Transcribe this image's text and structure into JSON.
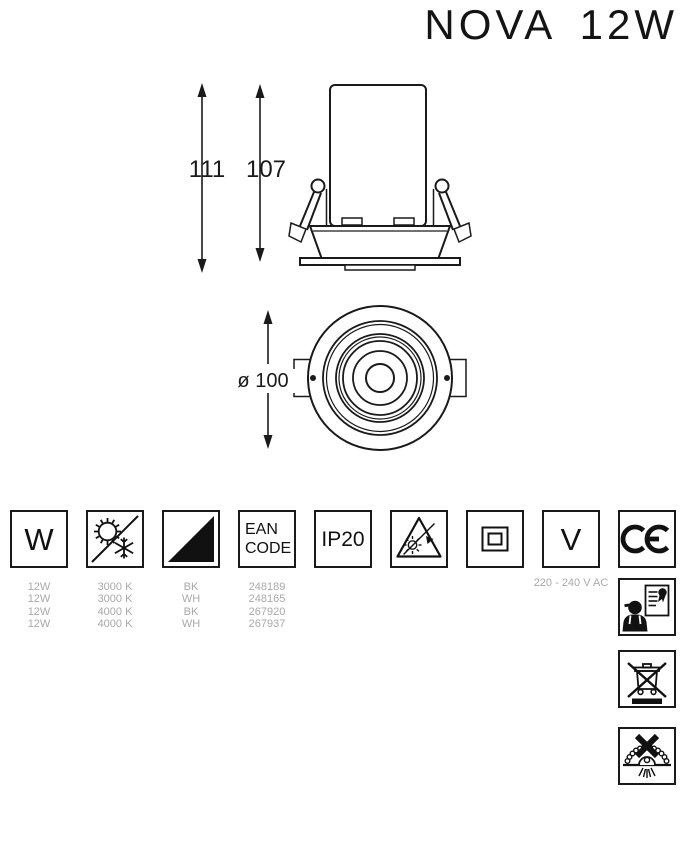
{
  "title": "NOVA 12W",
  "side_view": {
    "dim_overall": "111",
    "dim_recess": "107"
  },
  "bottom_view": {
    "diameter": "ø 100"
  },
  "spec_icons": {
    "wattage_label": "W",
    "ean_label": "EAN\nCODE",
    "ip_label": "IP20",
    "voltage_label": "V"
  },
  "spec_table": {
    "rows": [
      {
        "watt": "12W",
        "kelvin": "3000 K",
        "finish": "BK",
        "ean": "248189"
      },
      {
        "watt": "12W",
        "kelvin": "3000 K",
        "finish": "WH",
        "ean": "248165"
      },
      {
        "watt": "12W",
        "kelvin": "4000 K",
        "finish": "BK",
        "ean": "267920"
      },
      {
        "watt": "12W",
        "kelvin": "4000 K",
        "finish": "WH",
        "ean": "267937"
      }
    ]
  },
  "voltage_note": "220 - 240 V AC",
  "icons": {
    "wattage-icon": "letter W in square",
    "color-temperature-icon": "sun and snowflake split by diagonal",
    "finish-color-icon": "square split diagonally black/white",
    "ean-code-icon": "EAN CODE text square",
    "ip-rating-icon": "IP20 text square",
    "dimmable-icon": "triangle with crossed-out bulb",
    "class-ii-icon": "square in square (Class II)",
    "voltage-icon": "letter V in square",
    "ce-mark-icon": "CE conformity mark",
    "qualified-installation-icon": "installer looking at certificate",
    "weee-disposal-icon": "crossed-out wheeled bin",
    "do-not-cover-icon": "crossed recessed lamp with insulation"
  },
  "colors": {
    "line": "#1a1a1a",
    "muted_text": "#a9a9a9",
    "background": "#ffffff"
  }
}
